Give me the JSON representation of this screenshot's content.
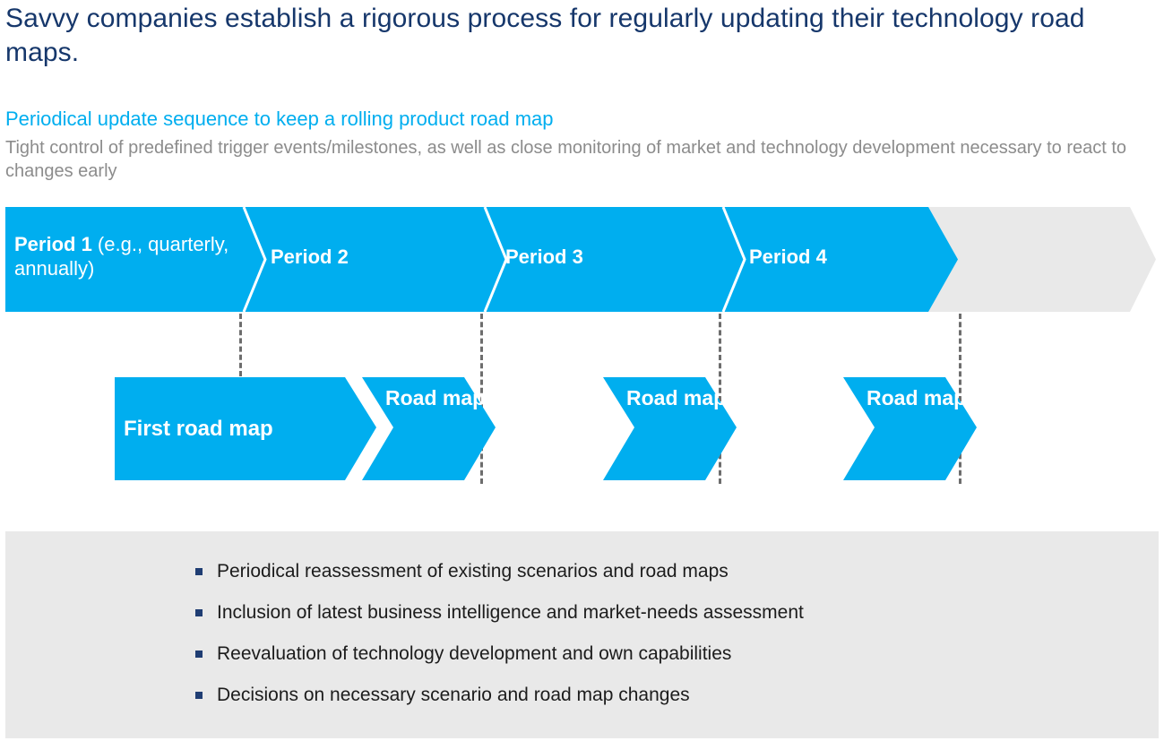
{
  "slide": {
    "title": "Savvy companies establish a rigorous process for regularly updating their technology road maps.",
    "kicker": "Periodical update sequence to keep a rolling product road map",
    "description": "Tight control of predefined trigger events/milestones, as well as close monitoring of market and technology development necessary to react to changes early"
  },
  "timeline": {
    "periods": [
      {
        "name": "Period 1",
        "note": " (e.g., quarterly, annually)"
      },
      {
        "name": "Period 2",
        "note": ""
      },
      {
        "name": "Period 3",
        "note": ""
      },
      {
        "name": "Period 4",
        "note": ""
      }
    ]
  },
  "roadmaps": {
    "first": "First road map",
    "updates": [
      "Road map update",
      "Road map update",
      "Road map update"
    ]
  },
  "takeaways": [
    "Periodical reassessment of existing scenarios and road maps",
    "Inclusion of latest business intelligence and market-needs assessment",
    "Reevaluation of technology development and own capabilities",
    "Decisions on necessary scenario and road map changes"
  ],
  "colors": {
    "title_navy": "#16376b",
    "accent_cyan": "#00AEEF",
    "body_gray": "#8c8c8c",
    "panel_gray": "#e9e9e9",
    "bullet_navy": "#1f3d73",
    "tick_gray": "#6d6d6d"
  }
}
